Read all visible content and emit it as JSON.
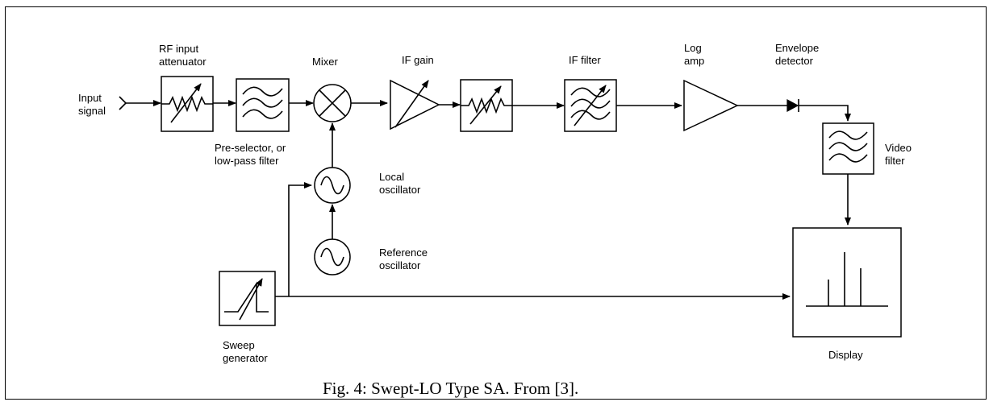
{
  "labels": {
    "input_signal": [
      "Input",
      "signal"
    ],
    "rf_input_attenuator": [
      "RF input",
      "attenuator"
    ],
    "preselector": [
      "Pre-selector, or",
      "low-pass filter"
    ],
    "mixer": "Mixer",
    "if_gain": "IF gain",
    "if_filter": "IF filter",
    "log_amp": [
      "Log",
      "amp"
    ],
    "envelope_detector": [
      "Envelope",
      "detector"
    ],
    "video_filter": [
      "Video",
      "filter"
    ],
    "local_oscillator": [
      "Local",
      "oscillator"
    ],
    "reference_oscillator": [
      "Reference",
      "oscillator"
    ],
    "sweep_generator": [
      "Sweep",
      "generator"
    ],
    "display": "Display"
  },
  "caption": "Fig. 4:  Swept-LO Type SA. From [3]."
}
